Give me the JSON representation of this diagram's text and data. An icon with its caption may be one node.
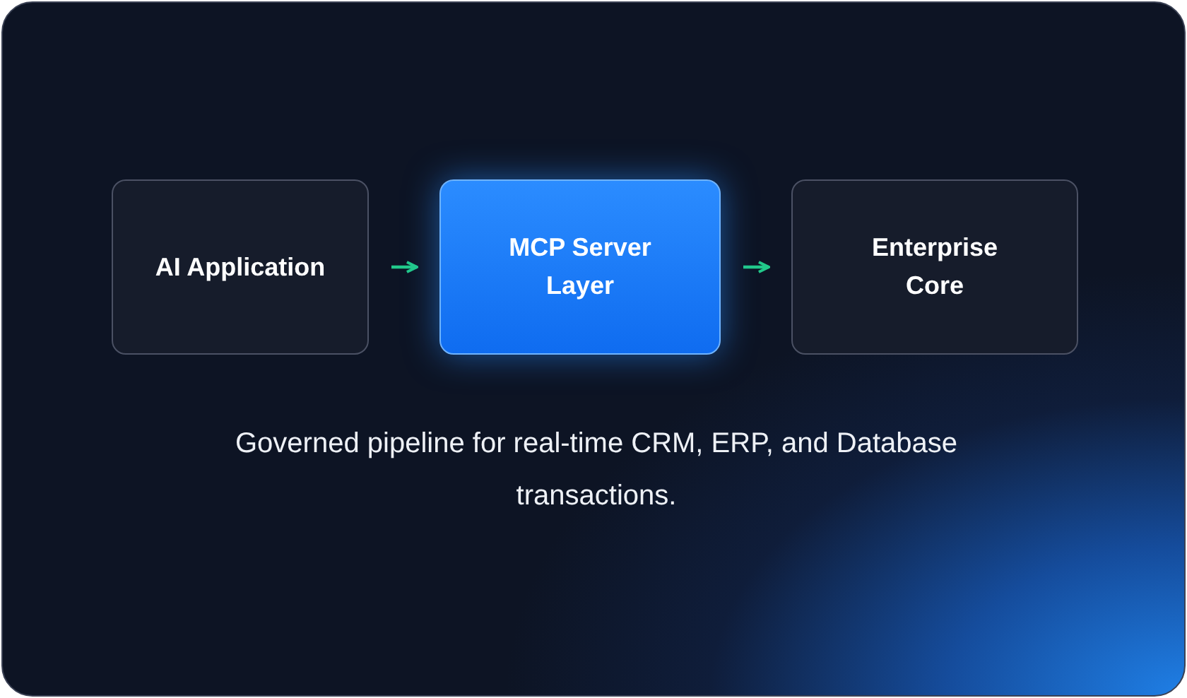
{
  "diagram": {
    "caption": "Governed pipeline for real-time CRM, ERP, and Database transactions.",
    "nodes": [
      {
        "text": [
          "AI Application"
        ]
      },
      {
        "text": [
          "MCP Server Layer"
        ]
      },
      {
        "text": [
          "Enterprise Core"
        ]
      }
    ],
    "edges": [
      {
        "from": 0,
        "to": 1,
        "arrow": "to"
      },
      {
        "from": 1,
        "to": 2,
        "arrow": "to"
      }
    ]
  }
}
